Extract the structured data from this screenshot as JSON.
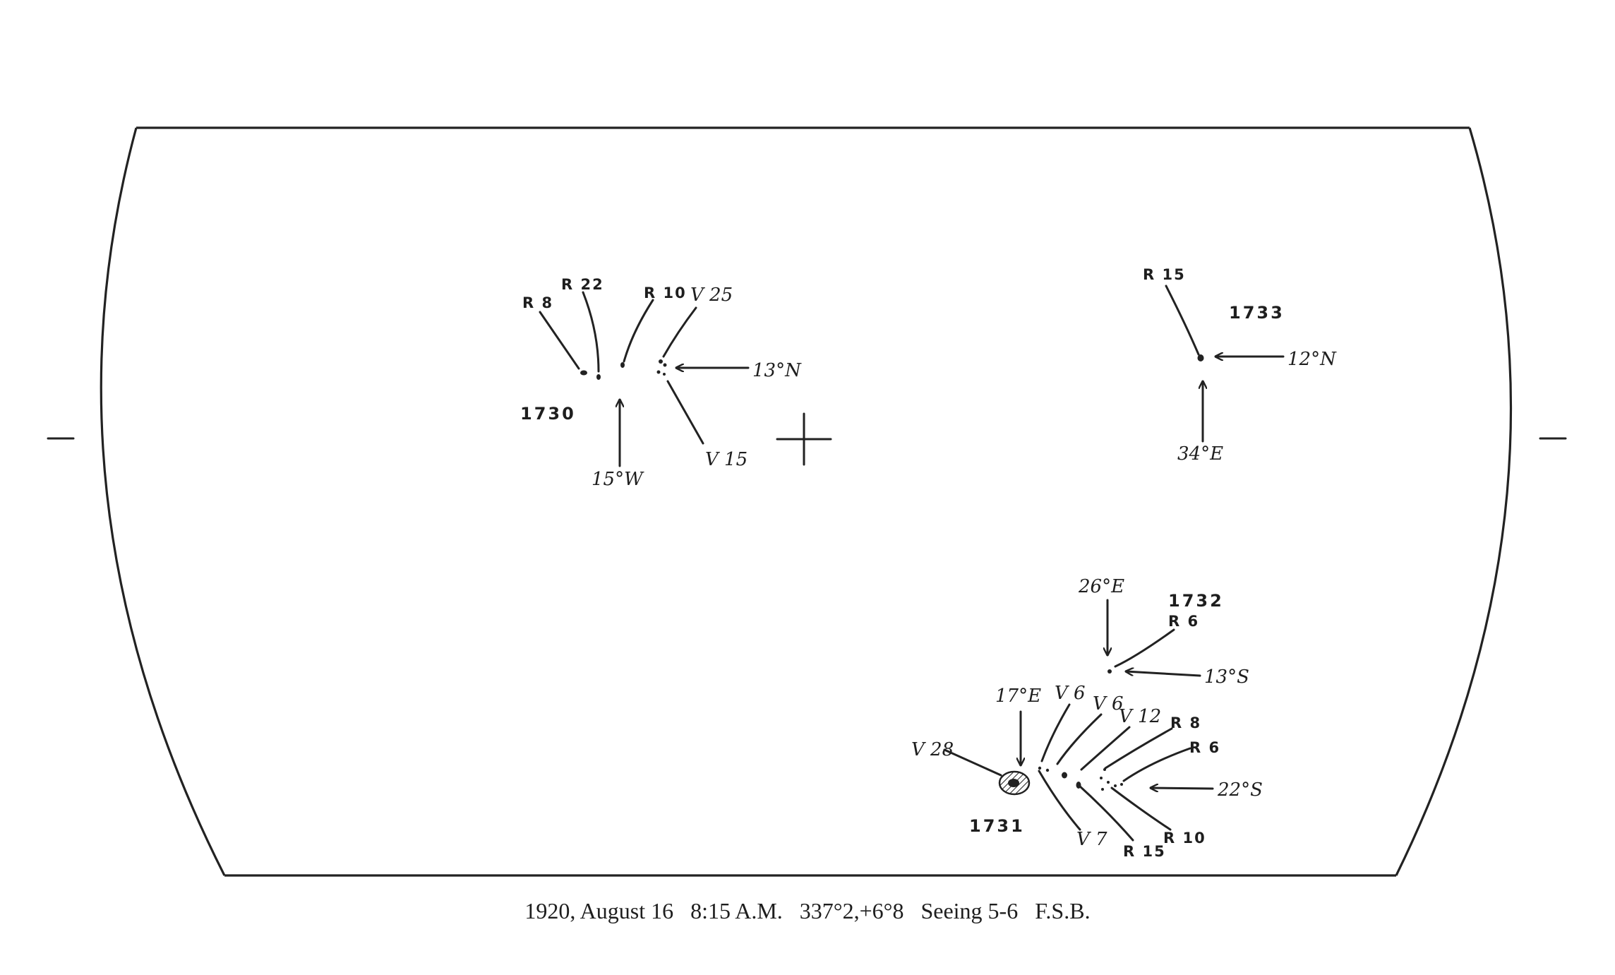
{
  "caption": "1920, August 16   8:15 A.M.   337°2,+6°8   Seeing 5-6   F.S.B.",
  "groups": {
    "g1730": {
      "number": "1730",
      "labels": [
        "R 8",
        "R 22",
        "R 10",
        "V 25",
        "V 15"
      ],
      "latitude": "13°N",
      "longitude": "15°W"
    },
    "g1733": {
      "number": "1733",
      "labels": [
        "R 15"
      ],
      "latitude": "12°N",
      "longitude": "34°E"
    },
    "g1732": {
      "number": "1732",
      "labels": [
        "R 6"
      ],
      "latitude": "13°S",
      "longitude": "26°E"
    },
    "g1731": {
      "number": "1731",
      "labels": [
        "V 28",
        "V 6",
        "V 6",
        "V 12",
        "R 8",
        "R 6",
        "V 7",
        "R 15",
        "R 10"
      ],
      "latitude": "22°S",
      "longitude": "17°E"
    }
  }
}
